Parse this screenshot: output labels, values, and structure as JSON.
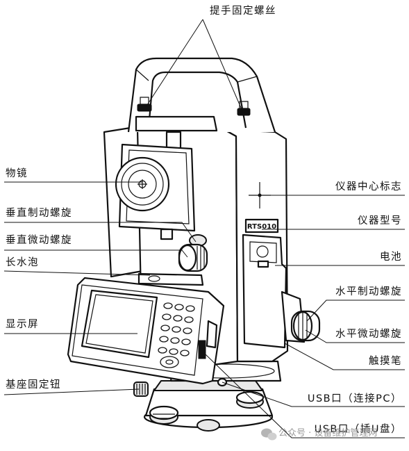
{
  "labels": {
    "carry_handle_screw": "提手固定螺丝",
    "objective_lens": "物镜",
    "vertical_clamp": "垂直制动螺旋",
    "vertical_tangent": "垂直微动螺旋",
    "plate_level": "长水泡",
    "display": "显示屏",
    "base_lock_knob": "基座固定钮",
    "instrument_center_mark": "仪器中心标志",
    "model_number": "仪器型号",
    "battery": "电池",
    "horizontal_clamp": "水平制动螺旋",
    "horizontal_tangent": "水平微动螺旋",
    "stylus": "触摸笔",
    "usb_pc": "USB口（连接PC）",
    "usb_disk": "USB口（插U盘）"
  },
  "model_plate": "RTS010",
  "watermark": "公众号 · 设备维护管理网",
  "icons": [
    "wechat-icon"
  ],
  "colors": {
    "line": "#111111",
    "background": "#ffffff",
    "watermark": "#9a9a9a"
  }
}
